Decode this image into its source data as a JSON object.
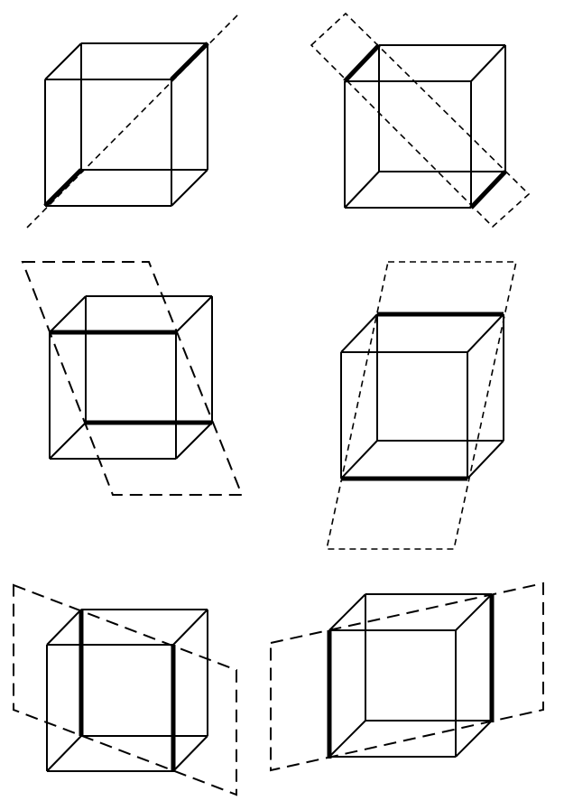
{
  "diagram": {
    "colors": {
      "stroke": "#000000",
      "background": "#ffffff"
    },
    "figures": [
      {
        "id": "cube-1",
        "plane": "diagonal-line",
        "highlighted_edges": 2
      },
      {
        "id": "cube-2",
        "plane": "diagonal-rectangle",
        "highlighted_edges": 2
      },
      {
        "id": "cube-3",
        "plane": "horizontal-parallelogram",
        "highlighted_edges": 2
      },
      {
        "id": "cube-4",
        "plane": "tilted-parallelogram",
        "highlighted_edges": 2
      },
      {
        "id": "cube-5",
        "plane": "vertical-parallelogram",
        "highlighted_edges": 2
      },
      {
        "id": "cube-6",
        "plane": "vertical-parallelogram",
        "highlighted_edges": 2
      }
    ]
  }
}
